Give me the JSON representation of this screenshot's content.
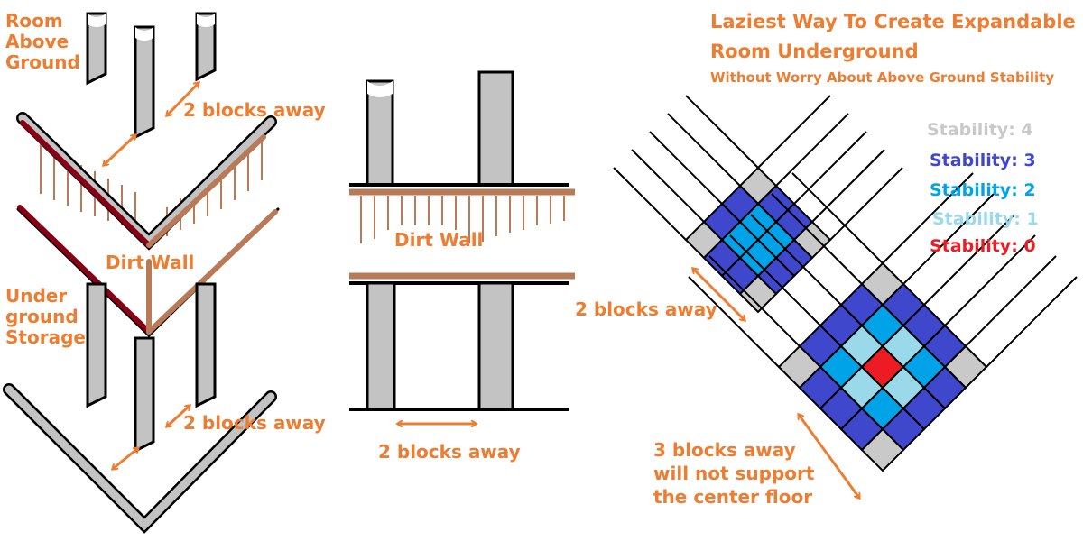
{
  "title": "Laziest Way To Create Expandable",
  "title_line2": "Room Underground",
  "subtitle": "Without Worry About Above Ground Stability",
  "labels": {
    "room_above_ground": "Room\nAbove\nGround",
    "underground_storage": "Under\nground\nStorage",
    "dirt_wall_left": "Dirt Wall",
    "dirt_wall_middle": "Dirt Wall",
    "two_blocks_left_top": "2 blocks away",
    "two_blocks_left_bottom": "2 blocks away",
    "two_blocks_middle": "2 blocks away",
    "two_blocks_right": "2 blocks away",
    "three_blocks_note": "3 blocks away\nwill not support\nthe center floor"
  },
  "stability_legend": [
    {
      "text": "Stability: 4",
      "color": "#C9C9C9"
    },
    {
      "text": "Stability: 3",
      "color": "#3F48CC"
    },
    {
      "text": "Stability: 2",
      "color": "#00A2E8"
    },
    {
      "text": "Stability: 1",
      "color": "#99D9EA"
    },
    {
      "text": "Stability: 0",
      "color": "#ED1C24"
    }
  ],
  "colors": {
    "annotation": "#ED7D31",
    "dirt": "#B97A57",
    "dark_red": "#880015",
    "pillar": "#C3C3C3"
  }
}
